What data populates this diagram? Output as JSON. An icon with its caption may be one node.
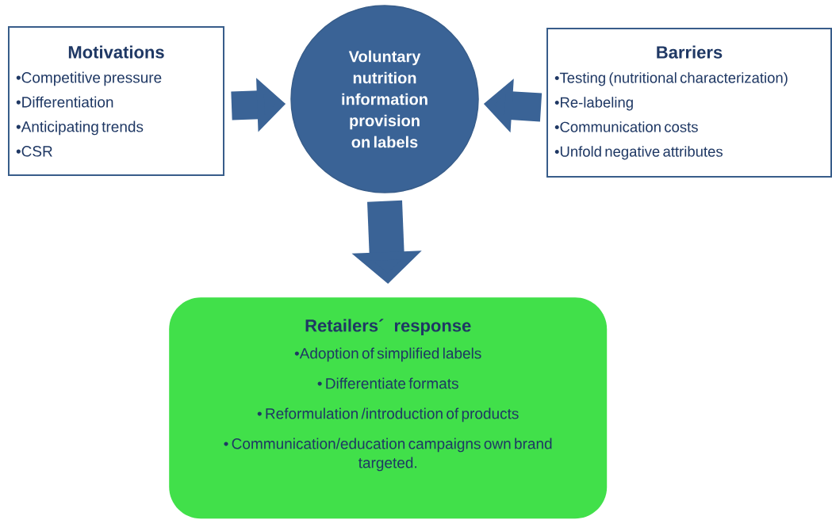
{
  "diagram": {
    "nodes": [
      {
        "text": [
          "Motivations",
          "•Competitive pressure",
          "•Differentiation",
          "•Anticipating trends",
          "•CSR"
        ]
      },
      {
        "text": [
          "Voluntary nutrition information provision on labels"
        ]
      },
      {
        "text": [
          "Barriers",
          "•Testing (nutritional characterization)",
          "•Re-labeling",
          "•Communication costs",
          "•Unfold negative attributes"
        ]
      },
      {
        "text": [
          "Retailers´ response",
          "•Adoption of simplified labels",
          "• Differentiate formats",
          "• Reformulation /introduction of products",
          "• Communication/education campaigns own brand targeted."
        ]
      }
    ],
    "edges": [
      {
        "from": 0,
        "to": 1,
        "arrow": "to"
      },
      {
        "from": 2,
        "to": 1,
        "arrow": "to"
      },
      {
        "from": 1,
        "to": 3,
        "arrow": "to"
      }
    ]
  }
}
